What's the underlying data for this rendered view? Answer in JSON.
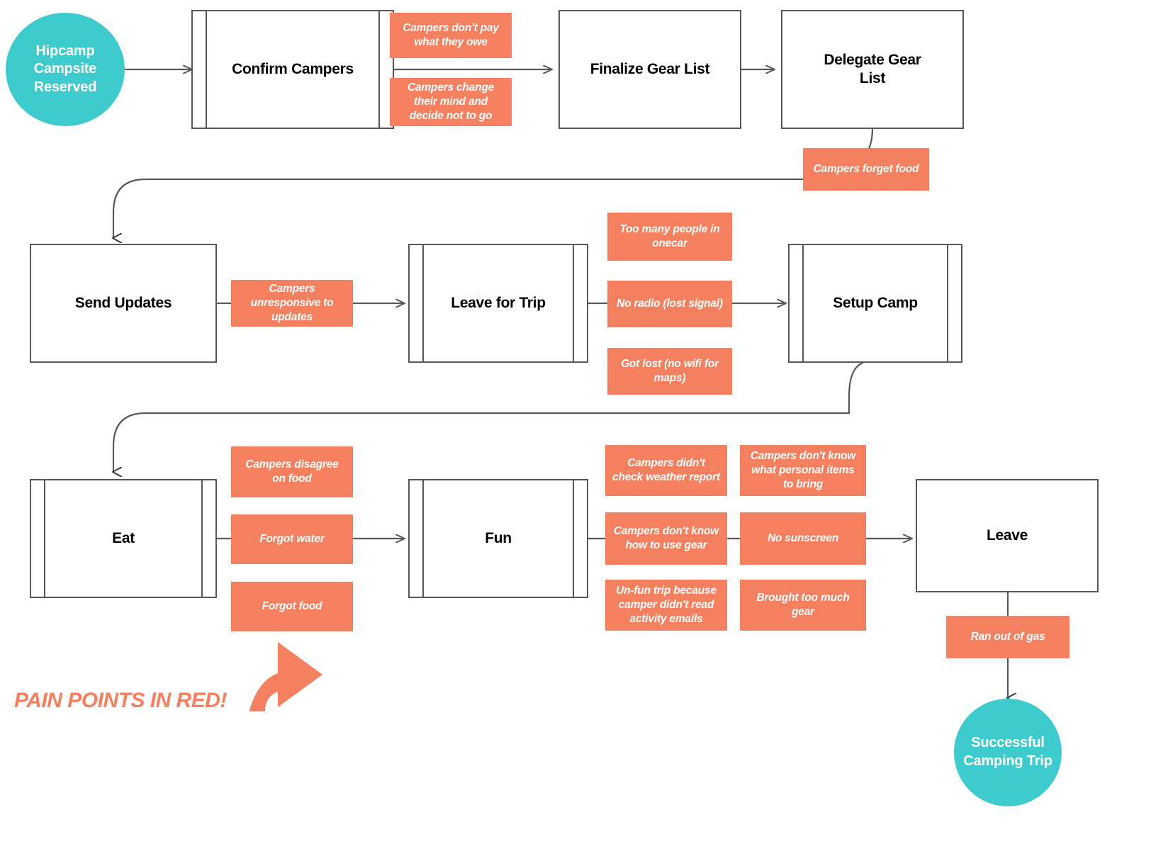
{
  "palette": {
    "accent_teal": "#3ecbce",
    "pain_salmon": "#f4805f",
    "stroke_gray": "#58585a",
    "text_black": "#000000",
    "surface_white": "#ffffff"
  },
  "legend": {
    "text": "PAIN POINTS IN RED!",
    "arrow_icon": "curved-up-arrow-icon"
  },
  "terminators": [
    {
      "id": "start",
      "label": "Hipcamp Campsite Reserved"
    },
    {
      "id": "end",
      "label": "Successful Camping Trip"
    }
  ],
  "steps": [
    {
      "id": "confirm-campers",
      "label": "Confirm Campers",
      "shape": "subroutine"
    },
    {
      "id": "finalize-gear-list",
      "label": "Finalize Gear List",
      "shape": "process"
    },
    {
      "id": "delegate-gear-list",
      "label": "Delegate Gear List",
      "shape": "process"
    },
    {
      "id": "send-updates",
      "label": "Send Updates",
      "shape": "process"
    },
    {
      "id": "leave-for-trip",
      "label": "Leave for Trip",
      "shape": "subroutine"
    },
    {
      "id": "setup-camp",
      "label": "Setup Camp",
      "shape": "subroutine"
    },
    {
      "id": "eat",
      "label": "Eat",
      "shape": "subroutine"
    },
    {
      "id": "fun",
      "label": "Fun",
      "shape": "subroutine"
    },
    {
      "id": "leave",
      "label": "Leave",
      "shape": "process"
    }
  ],
  "pain_points": [
    {
      "id": "pp-dont-pay",
      "text": "Campers don't pay what they owe"
    },
    {
      "id": "pp-change-mind",
      "text": "Campers change their mind and decide not to go"
    },
    {
      "id": "pp-forget-food",
      "text": "Campers forget food"
    },
    {
      "id": "pp-unresponsive",
      "text": "Campers unresponsive to updates"
    },
    {
      "id": "pp-too-many-people",
      "text": "Too many people in onecar"
    },
    {
      "id": "pp-no-radio",
      "text": "No radio (lost signal)"
    },
    {
      "id": "pp-got-lost",
      "text": "Got lost (no wifi for maps)"
    },
    {
      "id": "pp-disagree-food",
      "text": "Campers disagree on food"
    },
    {
      "id": "pp-forgot-water",
      "text": "Forgot water"
    },
    {
      "id": "pp-forgot-food",
      "text": "Forgot food"
    },
    {
      "id": "pp-no-weather",
      "text": "Campers didn't check weather report"
    },
    {
      "id": "pp-personal-items",
      "text": "Campers don't know what personal items to bring"
    },
    {
      "id": "pp-use-gear",
      "text": "Campers don't know how to use gear"
    },
    {
      "id": "pp-no-sunscreen",
      "text": "No sunscreen"
    },
    {
      "id": "pp-unfun-trip",
      "text": "Un-fun trip because camper didn't read activity emails"
    },
    {
      "id": "pp-too-much-gear",
      "text": "Brought too much gear"
    },
    {
      "id": "pp-ran-out-gas",
      "text": "Ran out of gas"
    }
  ]
}
